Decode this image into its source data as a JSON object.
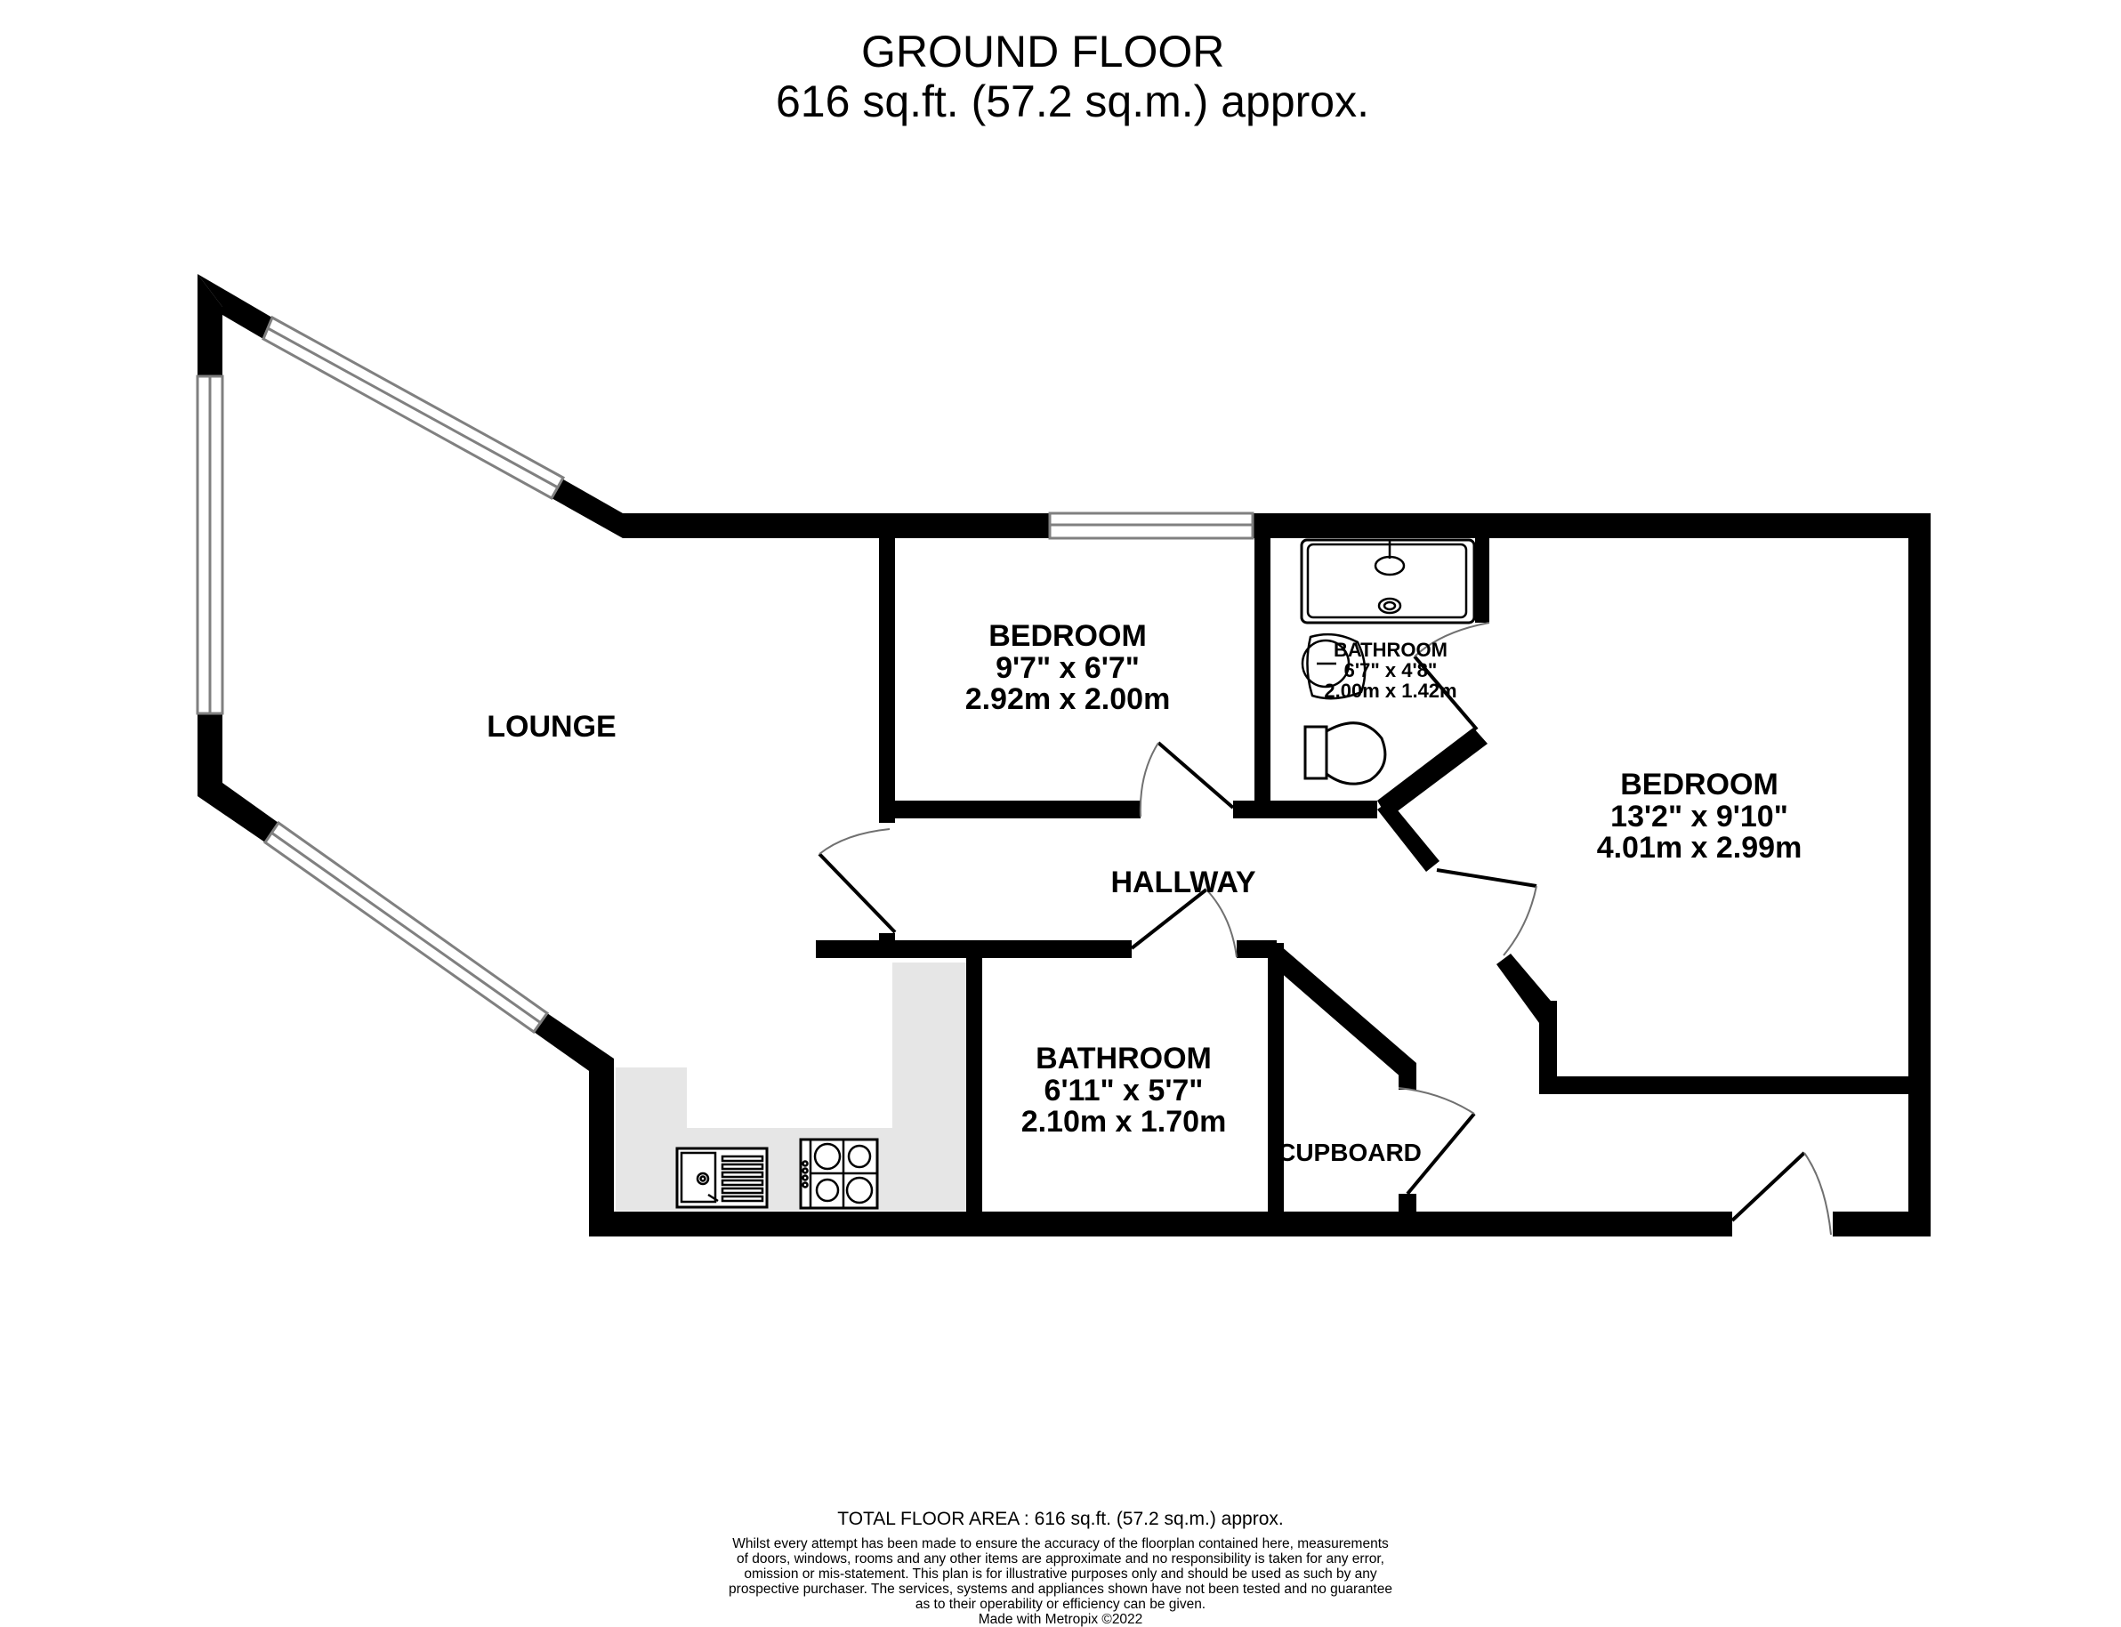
{
  "header": {
    "floor_title": "GROUND FLOOR",
    "floor_area": "616 sq.ft. (57.2 sq.m.) approx."
  },
  "rooms": [
    {
      "id": "lounge",
      "name": "LOUNGE",
      "dim_imperial": "",
      "dim_metric": ""
    },
    {
      "id": "bedroom-small",
      "name": "BEDROOM",
      "dim_imperial": "9'7\"  x 6'7\"",
      "dim_metric": "2.92m  x 2.00m"
    },
    {
      "id": "ensuite-bathroom",
      "name": "BATHROOM",
      "dim_imperial": "6'7\"  x 4'8\"",
      "dim_metric": "2.00m  x 1.42m"
    },
    {
      "id": "bedroom-main",
      "name": "BEDROOM",
      "dim_imperial": "13'2\"  x 9'10\"",
      "dim_metric": "4.01m  x 2.99m"
    },
    {
      "id": "hallway",
      "name": "HALLWAY",
      "dim_imperial": "",
      "dim_metric": ""
    },
    {
      "id": "bathroom",
      "name": "BATHROOM",
      "dim_imperial": "6'11\"  x 5'7\"",
      "dim_metric": "2.10m  x 1.70m"
    },
    {
      "id": "cupboard",
      "name": "CUPBOARD",
      "dim_imperial": "",
      "dim_metric": ""
    }
  ],
  "fixtures": [
    "kitchen-sink-icon",
    "hob-icon",
    "shower-tray-icon",
    "wash-basin-icon",
    "toilet-icon"
  ],
  "colors": {
    "wall": "#000000",
    "kitchen_worktop": "#e6e6e6",
    "window_line": "#808080",
    "background": "#ffffff"
  },
  "footer": {
    "total_area": "TOTAL FLOOR AREA : 616 sq.ft. (57.2 sq.m.) approx.",
    "disclaimer_lines": [
      "Whilst every attempt has been made to ensure the accuracy of the floorplan contained here, measurements",
      "of doors, windows, rooms and any other items are approximate and no responsibility is taken for any error,",
      "omission or mis-statement. This plan is for illustrative purposes only and should be used as such by any",
      "prospective purchaser. The services, systems and appliances shown have not been tested and no guarantee",
      "as to their operability or efficiency can be given."
    ],
    "credit": "Made with Metropix ©2022"
  }
}
